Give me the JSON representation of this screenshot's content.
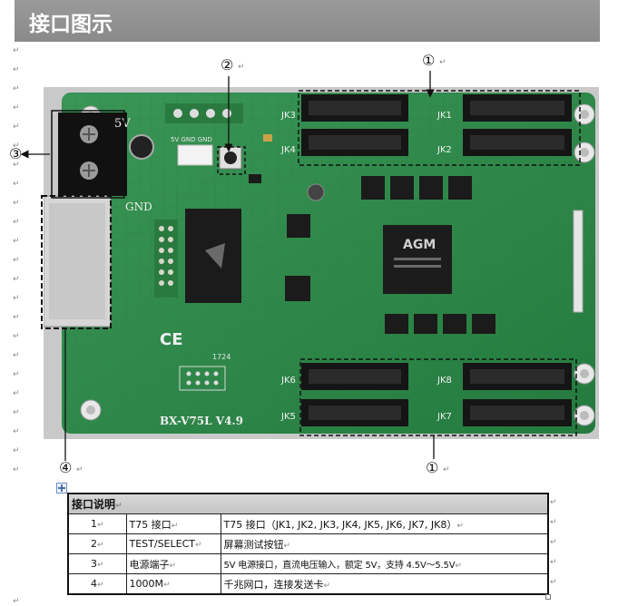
{
  "title": "接口图示",
  "mark": "↵",
  "callouts": [
    {
      "id": "c1-top",
      "label": "①"
    },
    {
      "id": "c2",
      "label": "②"
    },
    {
      "id": "c3",
      "label": "③"
    },
    {
      "id": "c4",
      "label": "④"
    },
    {
      "id": "c1-bottom",
      "label": "①"
    }
  ],
  "board": {
    "model": "BX-V75L  V4.9",
    "headers": [
      "JK1",
      "JK2",
      "JK3",
      "JK4",
      "JK5",
      "JK6",
      "JK7",
      "JK8"
    ],
    "silk_5v": "5V",
    "silk_gnd": "GND",
    "silk_pins": "5V   GND   GND",
    "chip_logo": "AGM",
    "date_code": "1724",
    "colors": {
      "pcb": "#2f8a4a",
      "pcb_dark": "#1f6a36",
      "header": "#151515",
      "pad": "#d8d8c8"
    }
  },
  "table": {
    "header": "接口说明",
    "rows": [
      {
        "num": "1",
        "name": "T75 接口",
        "desc": "T75 接口（JK1, JK2, JK3, JK4, JK5, JK6, JK7, JK8）"
      },
      {
        "num": "2",
        "name": "TEST/SELECT",
        "desc": "屏幕测试按钮"
      },
      {
        "num": "3",
        "name": "电源端子",
        "desc": "5V 电源接口，直流电压输入，额定 5V，支持 4.5V～5.5V"
      },
      {
        "num": "4",
        "name": "1000M",
        "desc": "千兆网口，连接发送卡"
      }
    ]
  }
}
